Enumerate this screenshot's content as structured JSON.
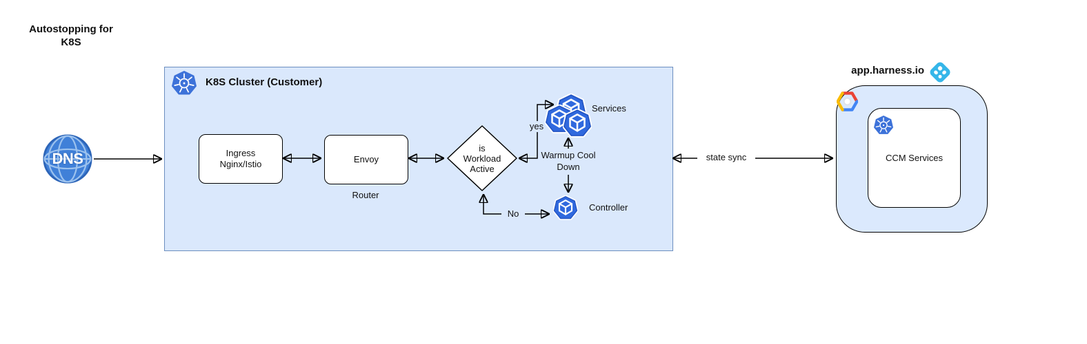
{
  "page": {
    "title": "Autostopping for K8S"
  },
  "dns": {
    "label": "DNS"
  },
  "cluster": {
    "title": "K8S Cluster (Customer)",
    "nodes": {
      "ingress": "Ingress Nginx/Istio",
      "envoy": "Envoy",
      "envoy_sublabel": "Router",
      "decision": "is Workload Active",
      "services": "Services",
      "controller": "Controller"
    },
    "edge_labels": {
      "yes": "yes",
      "no": "No",
      "warmup_cooldown": "Warmup Cool Down"
    }
  },
  "harness": {
    "domain": "app.harness.io",
    "ccm": "CCM Services"
  },
  "edge_labels": {
    "state_sync": "state sync"
  },
  "colors": {
    "cluster_fill": "#dae8fc",
    "cluster_stroke": "#6c8ebf",
    "harness_fill": "#dbe9fd",
    "k8s_blue": "#326ce5",
    "pod_blue": "#3069de",
    "dns_blue": "#4080d8",
    "harness_logo_blue": "#35b6e9",
    "gcp_red": "#ea4335",
    "gcp_yellow": "#fbbc05",
    "gcp_blue": "#4285f4",
    "arrow": "#000000"
  }
}
